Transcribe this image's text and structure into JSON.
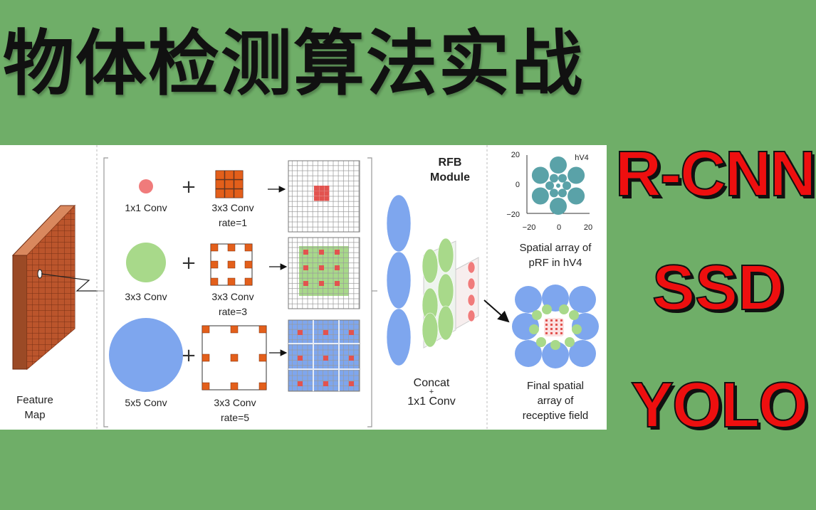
{
  "title": "物体检测算法实战",
  "algorithms": [
    "R-CNN",
    "SSD",
    "YOLO"
  ],
  "diagram": {
    "feature_map": [
      "Feature",
      "Map"
    ],
    "branches": [
      {
        "kernel": "1x1 Conv",
        "dilated": [
          "3x3 Conv",
          "rate=1"
        ]
      },
      {
        "kernel": "3x3 Conv",
        "dilated": [
          "3x3 Conv",
          "rate=3"
        ]
      },
      {
        "kernel": "5x5 Conv",
        "dilated": [
          "3x3 Conv",
          "rate=5"
        ]
      }
    ],
    "module_title": [
      "RFB",
      "Module"
    ],
    "concat": [
      "Concat",
      "+",
      "1x1 Conv"
    ],
    "hv4": {
      "label": "hV4",
      "y_ticks": [
        "20",
        "0",
        "−20"
      ],
      "x_ticks": [
        "−20",
        "0",
        "20"
      ],
      "caption": [
        "Spatial array of",
        "pRF in hV4"
      ]
    },
    "final_caption": [
      "Final spatial",
      "array of",
      "receptive field"
    ]
  },
  "colors": {
    "background": "#6fae68",
    "algo_red": "#ee0f0f",
    "brick": "#b9532a",
    "small_circle": "#f07b7b",
    "mid_circle": "#a8d98a",
    "big_circle": "#7ea6ee",
    "orange_cell": "#e35f1b",
    "teal": "#5aa2a8"
  }
}
